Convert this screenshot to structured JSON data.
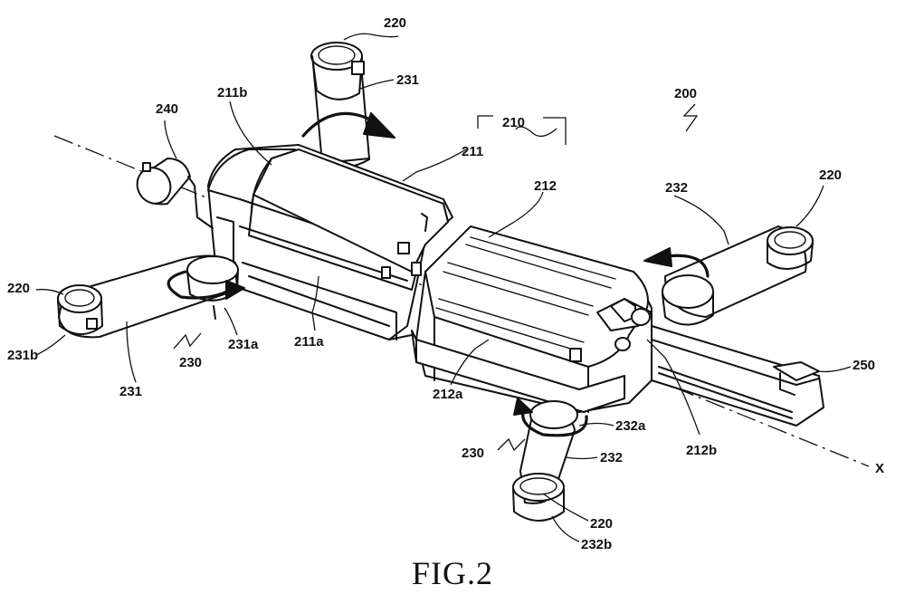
{
  "caption": "FIG.2",
  "refs": {
    "r200": "200",
    "r210": "210",
    "r211": "211",
    "r212": "212",
    "r211a": "211a",
    "r211b": "211b",
    "r212a": "212a",
    "r212b": "212b",
    "r220_top": "220",
    "r220_right": "220",
    "r220_left": "220",
    "r220_bottom": "220",
    "r230_left": "230",
    "r230_bottom": "230",
    "r231_top": "231",
    "r231_left": "231",
    "r231a": "231a",
    "r231b": "231b",
    "r232_right": "232",
    "r232_bottom": "232",
    "r232a": "232a",
    "r232b": "232b",
    "r240": "240",
    "r250": "250",
    "axis_x": "X"
  }
}
